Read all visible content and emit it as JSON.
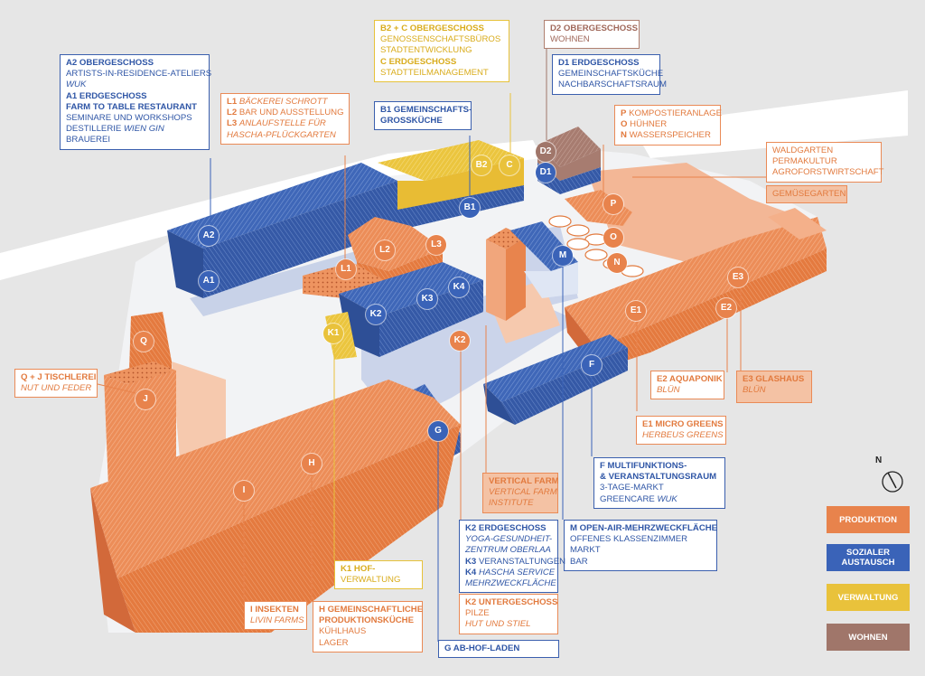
{
  "colors": {
    "orange": "#e8834c",
    "blue": "#3a63b8",
    "yellow": "#e9c23b",
    "brown": "#a0766a"
  },
  "labels": {
    "a": {
      "a2_title": "A2 OBERGESCHOSS",
      "a2_line1": "ARTISTS-IN-RESIDENCE-ATELIERS",
      "a2_line2": "WUK",
      "a1_title": "A1 ERDGESCHOSS",
      "a1_line1": "FARM TO TABLE RESTAURANT",
      "a1_line2": "SEMINARE UND WORKSHOPS",
      "a1_line3a": "DESTILLERIE",
      "a1_line3b": "WIEN GIN",
      "a1_line4": "BRAUEREI"
    },
    "l": {
      "l1_key": "L1",
      "l1_text": "BÄCKEREI SCHROTT",
      "l2_key": "L2",
      "l2_text": "BAR UND AUSSTELLUNG",
      "l3_key": "L3",
      "l3_text": "ANLAUFSTELLE FÜR",
      "l3_text2": "HASCHA-PFLÜCKGARTEN"
    },
    "bc": {
      "title": "B2 + C OBERGESCHOSS",
      "line1": "GENOSSENSCHAFTSBÜROS",
      "line2": "STADTENTWICKLUNG",
      "title2": "C ERDGESCHOSS",
      "line3": "STADTTEILMANAGEMENT"
    },
    "b1": {
      "title": "B1 GEMEINSCHAFTS-",
      "line1": "GROSSKÜCHE"
    },
    "d": {
      "d2_title": "D2 OBERGESCHOSS",
      "d2_line1": "WOHNEN",
      "d1_title": "D1 ERDGESCHOSS",
      "d1_line1": "GEMEINSCHAFTSKÜCHE",
      "d1_line2": "NACHBARSCHAFTSRAUM"
    },
    "pon": {
      "p_key": "P",
      "p_text": "KOMPOSTIERANLAGE",
      "o_key": "O",
      "o_text": "HÜHNER",
      "n_key": "N",
      "n_text": "WASSERSPEICHER"
    },
    "wald": {
      "line1": "WALDGARTEN",
      "line2": "PERMAKULTUR",
      "line3": "AGROFORSTWIRTSCHAFT"
    },
    "gemuese": {
      "line1": "GEMÜSEGARTEN"
    },
    "e2": {
      "title": "E2 AQUAPONIK",
      "line1": "BLÜN"
    },
    "e3": {
      "title": "E3 GLASHAUS",
      "line1": "BLÜN"
    },
    "e1": {
      "title": "E1 MICRO GREENS",
      "line1": "HERBEUS GREENS"
    },
    "qj": {
      "title": "Q + J TISCHLEREI",
      "line1": "NUT UND FEDER"
    },
    "f": {
      "title": "F MULTIFUNKTIONS-",
      "title2": "& VERANSTALTUNGSRAUM",
      "line1": "3-TAGE-MARKT",
      "line2a": "GREENCARE",
      "line2b": "WUK"
    },
    "vf": {
      "title": "VERTICAL FARM",
      "line1": "VERTICAL FARM",
      "line2": "INSTITUTE"
    },
    "m": {
      "title": "M OPEN-AIR-MEHRZWECKFLÄCHE",
      "line1": "OFFENES KLASSENZIMMER",
      "line2": "MARKT",
      "line3": "BAR"
    },
    "k": {
      "k2_title": "K2 ERDGESCHOSS",
      "k2_line1": "YOGA-GESUNDHEIT-",
      "k2_line2": "ZENTRUM OBERLAA",
      "k3_key": "K3",
      "k3_text": "VERANSTALTUNGEN",
      "k4_key": "K4",
      "k4_text": "HASCHA SERVICE",
      "k4_text2": "MEHRZWECKFLÄCHE"
    },
    "k2u": {
      "title": "K2 UNTERGESCHOSS",
      "line1": "PILZE",
      "line2": "HUT UND STIEL"
    },
    "k1": {
      "title": "K1 HOF-",
      "line1": "VERWALTUNG"
    },
    "i": {
      "title": "I INSEKTEN",
      "line1": "LIVIN FARMS"
    },
    "h": {
      "title": "H  GEMEINSCHAFTLICHE",
      "title2": "PRODUKTIONSKÜCHE",
      "line1": "KÜHLHAUS",
      "line2": "LAGER"
    },
    "g": {
      "title": "G AB-HOF-LADEN"
    }
  },
  "badges": {
    "a2": "A2",
    "a1": "A1",
    "b1": "B1",
    "b2": "B2",
    "c": "C",
    "d1": "D1",
    "d2": "D2",
    "l1": "L1",
    "l2": "L2",
    "l3": "L3",
    "k1": "K1",
    "k2a": "K2",
    "k2b": "K2",
    "k3": "K3",
    "k4": "K4",
    "m": "M",
    "p": "P",
    "o": "O",
    "n": "N",
    "e1": "E1",
    "e2": "E2",
    "e3": "E3",
    "f": "F",
    "g": "G",
    "h": "H",
    "i": "I",
    "q": "Q",
    "j": "J"
  },
  "legend": {
    "produktion": "PRODUKTION",
    "sozial": "SOZIALER AUSTAUSCH",
    "verwaltung": "VERWALTUNG",
    "wohnen": "WOHNEN"
  },
  "compass": {
    "north": "N"
  }
}
